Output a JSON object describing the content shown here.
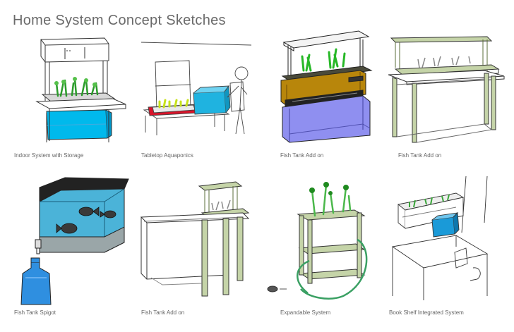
{
  "page": {
    "title": "Home System Concept Sketches"
  },
  "sketches": [
    {
      "label": "Indoor System with Storage"
    },
    {
      "label": "Tabletop Aquaponics"
    },
    {
      "label": "Fish Tank Add on"
    },
    {
      "label": "Fish Tank Add on"
    },
    {
      "label": "Fish Tank Spigot"
    },
    {
      "label": "Fish Tank Add on"
    },
    {
      "label": "Expandable System"
    },
    {
      "label": "Book Shelf Integrated System"
    }
  ]
}
